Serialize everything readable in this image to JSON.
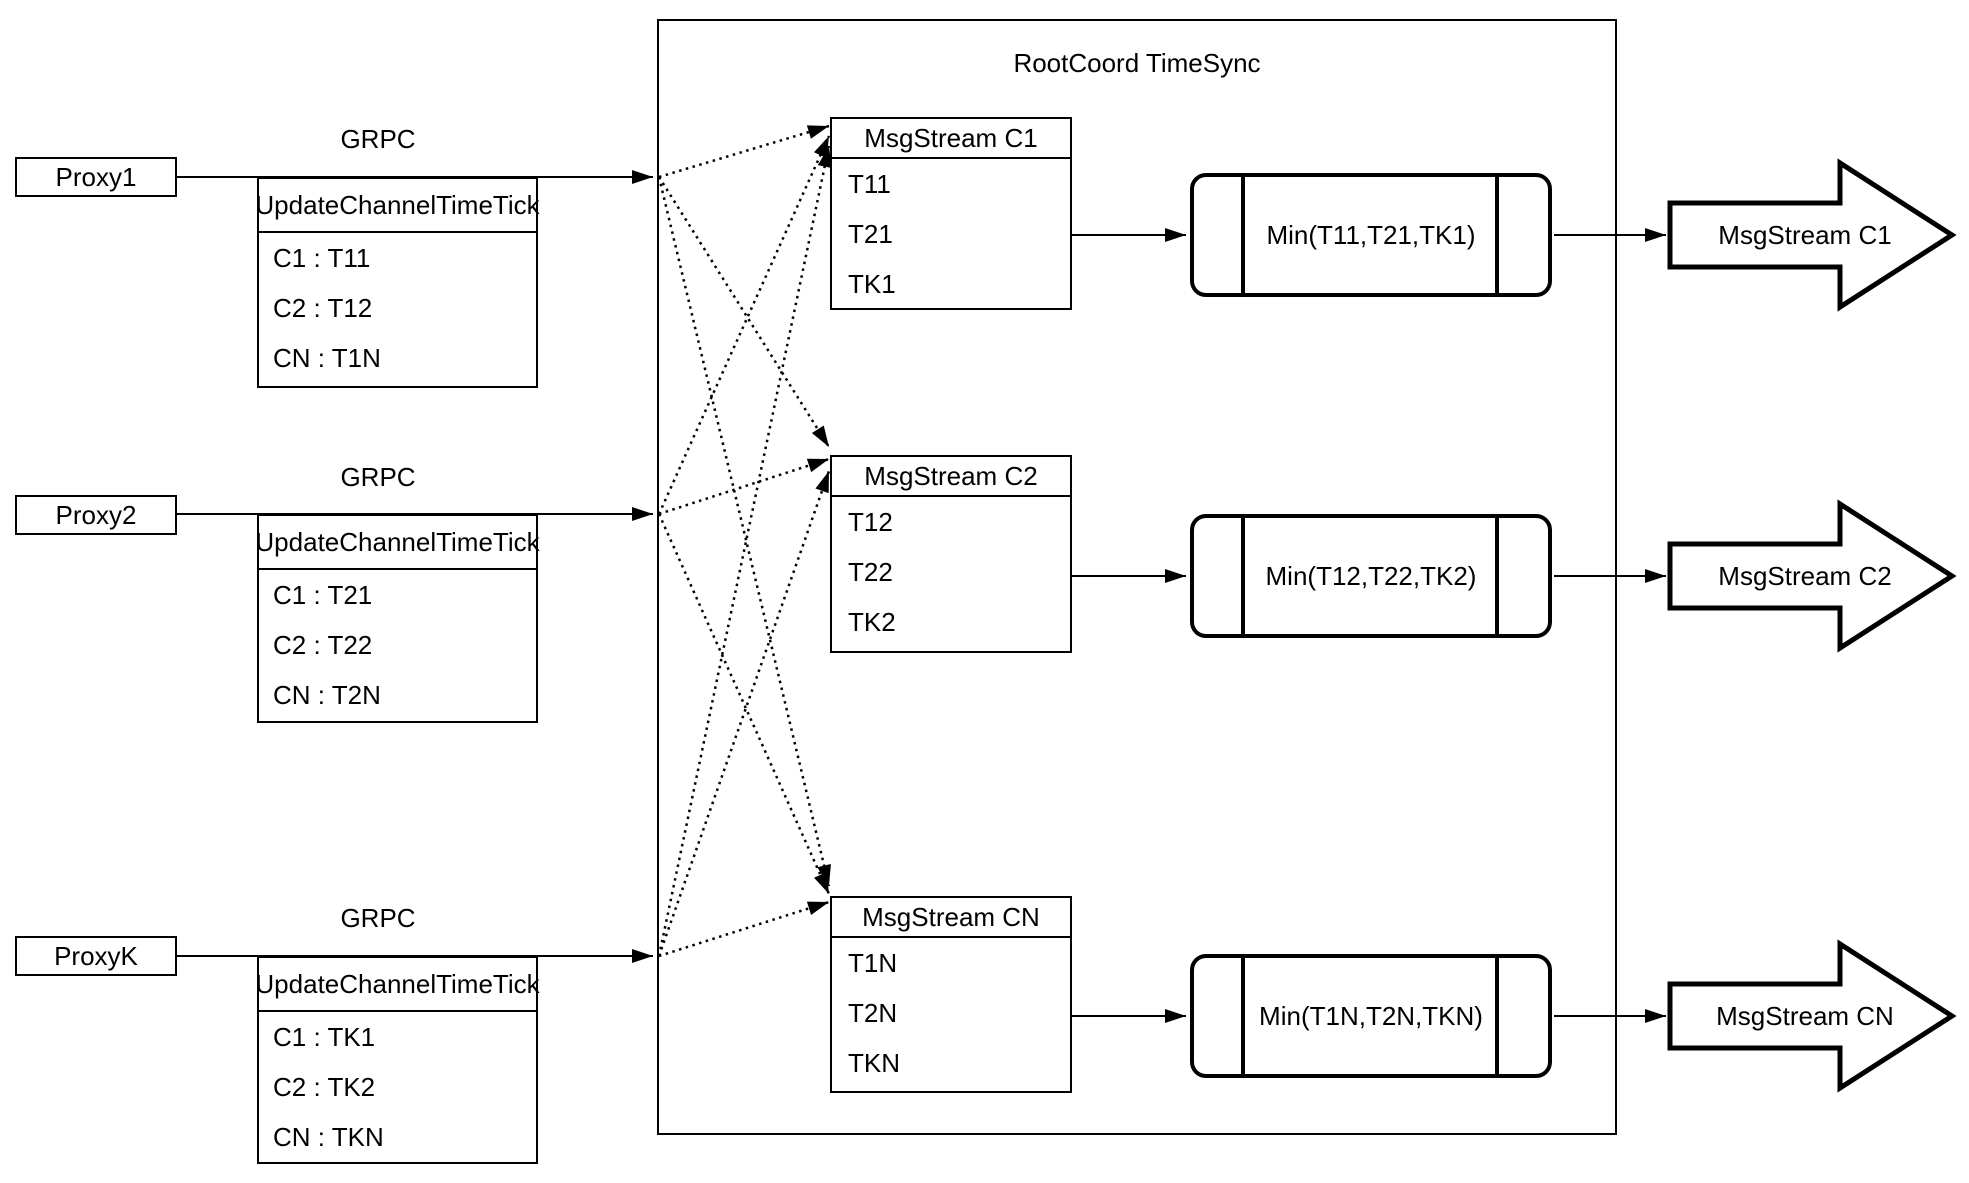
{
  "diagram": {
    "container_title": "RootCoord TimeSync",
    "colors": {
      "ink": "#000000",
      "paper": "#ffffff"
    },
    "rows": [
      {
        "proxy_label": "Proxy1",
        "grpc_label": "GRPC",
        "update_table": {
          "header": "UpdateChannelTimeTick",
          "rows": [
            "C1 : T11",
            "C2 : T12",
            "CN : T1N"
          ]
        },
        "stream_table": {
          "header": "MsgStream C1",
          "rows": [
            "T11",
            "T21",
            "TK1"
          ]
        },
        "min_label": "Min(T11,T21,TK1)",
        "output_arrow_label": "MsgStream C1"
      },
      {
        "proxy_label": "Proxy2",
        "grpc_label": "GRPC",
        "update_table": {
          "header": "UpdateChannelTimeTick",
          "rows": [
            "C1 : T21",
            "C2 : T22",
            "CN : T2N"
          ]
        },
        "stream_table": {
          "header": "MsgStream C2",
          "rows": [
            "T12",
            "T22",
            "TK2"
          ]
        },
        "min_label": "Min(T12,T22,TK2)",
        "output_arrow_label": "MsgStream C2"
      },
      {
        "proxy_label": "ProxyK",
        "grpc_label": "GRPC",
        "update_table": {
          "header": "UpdateChannelTimeTick",
          "rows": [
            "C1 : TK1",
            "C2 : TK2",
            "CN : TKN"
          ]
        },
        "stream_table": {
          "header": "MsgStream CN",
          "rows": [
            "T1N",
            "T2N",
            "TKN"
          ]
        },
        "min_label": "Min(T1N,T2N,TKN)",
        "output_arrow_label": "MsgStream CN"
      }
    ]
  }
}
